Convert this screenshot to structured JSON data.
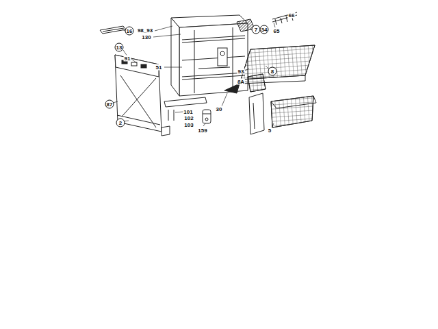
{
  "diagram": {
    "labels": [
      "66",
      "65",
      "16",
      "7",
      "34",
      "98_93",
      "130",
      "13",
      "91",
      "51",
      "8",
      "93",
      "8A",
      "87",
      "30",
      "101",
      "102",
      "103",
      "2",
      "5",
      "159"
    ]
  }
}
